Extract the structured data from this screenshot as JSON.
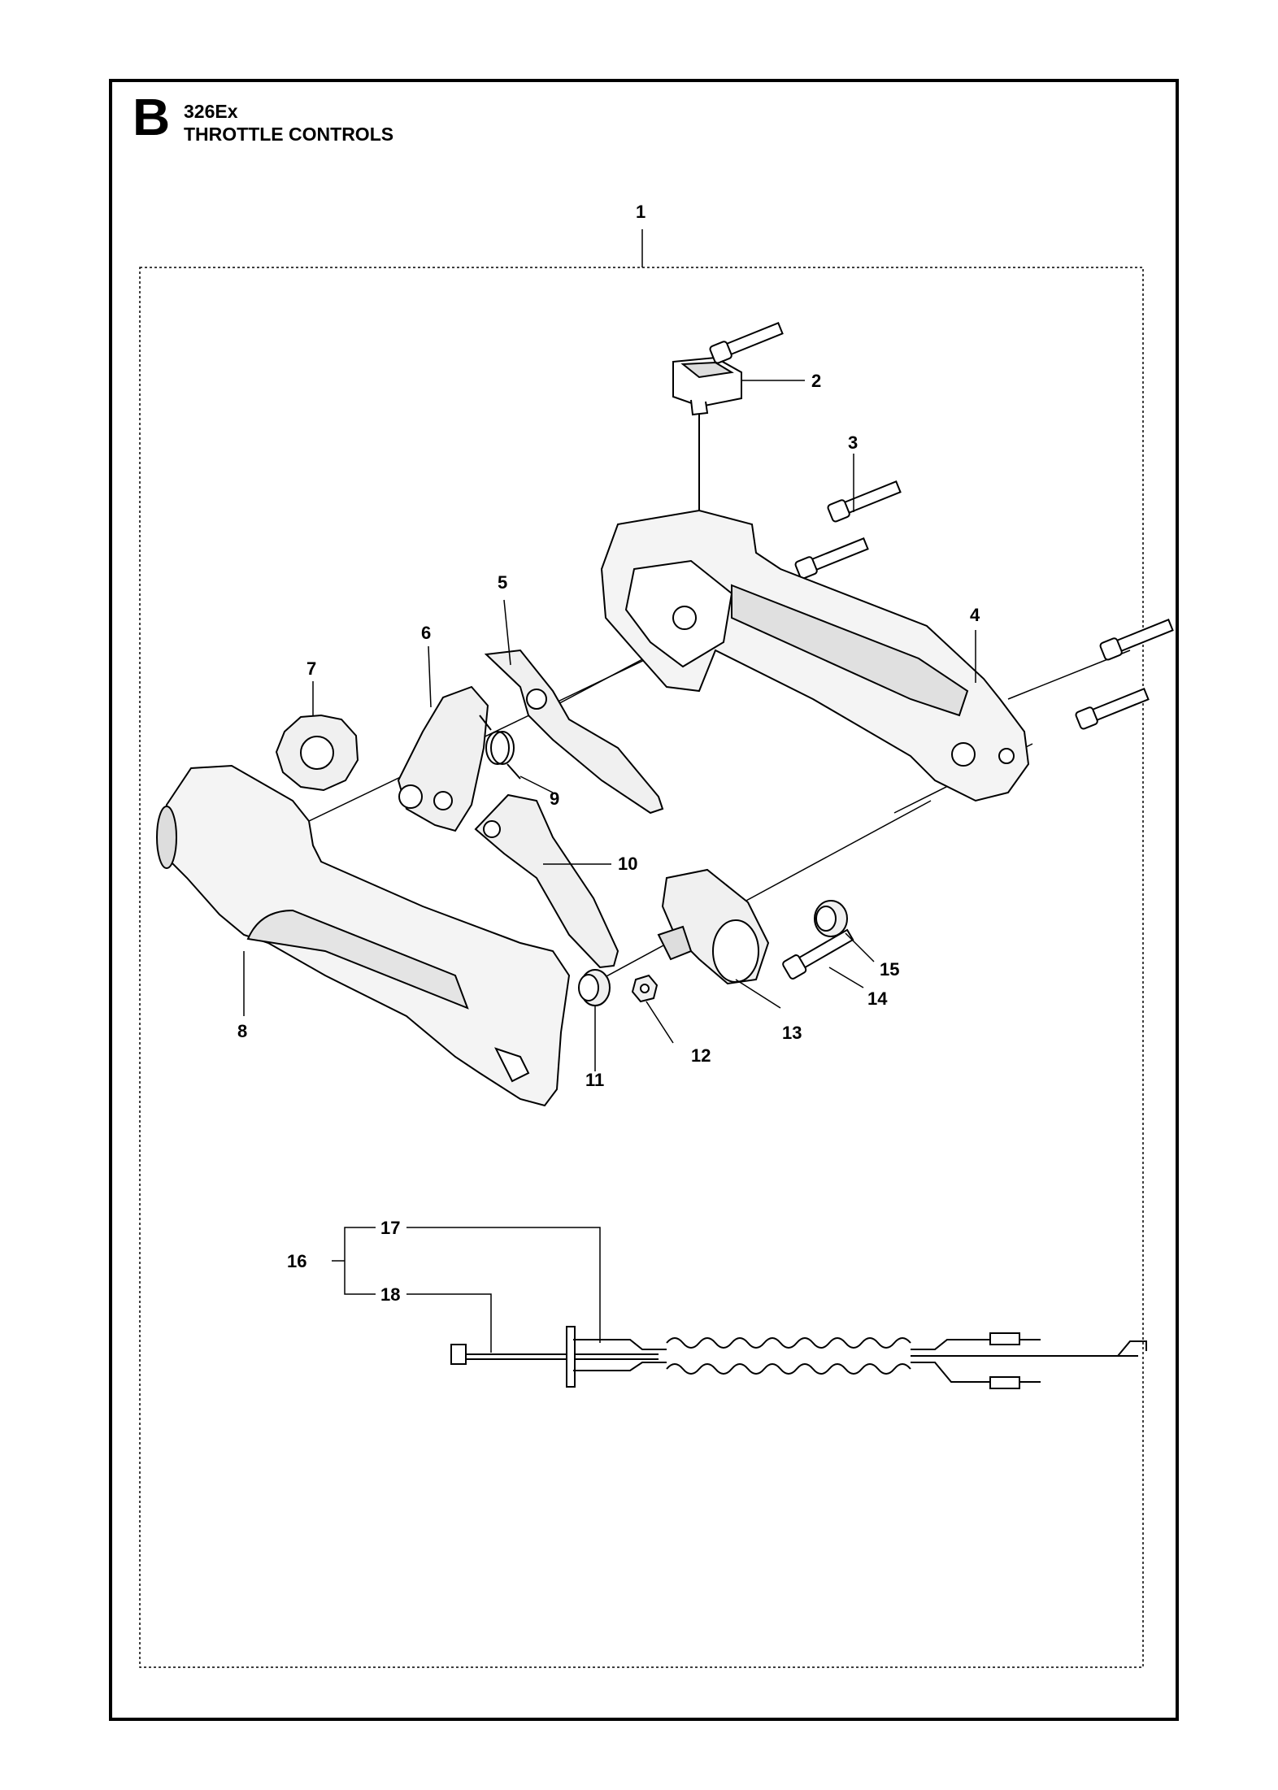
{
  "header": {
    "section_letter": "B",
    "model": "326Ex",
    "section_title": "THROTTLE CONTROLS"
  },
  "callouts": [
    "1",
    "2",
    "3",
    "4",
    "5",
    "6",
    "7",
    "8",
    "9",
    "10",
    "11",
    "12",
    "13",
    "14",
    "15",
    "16",
    "17",
    "18"
  ]
}
